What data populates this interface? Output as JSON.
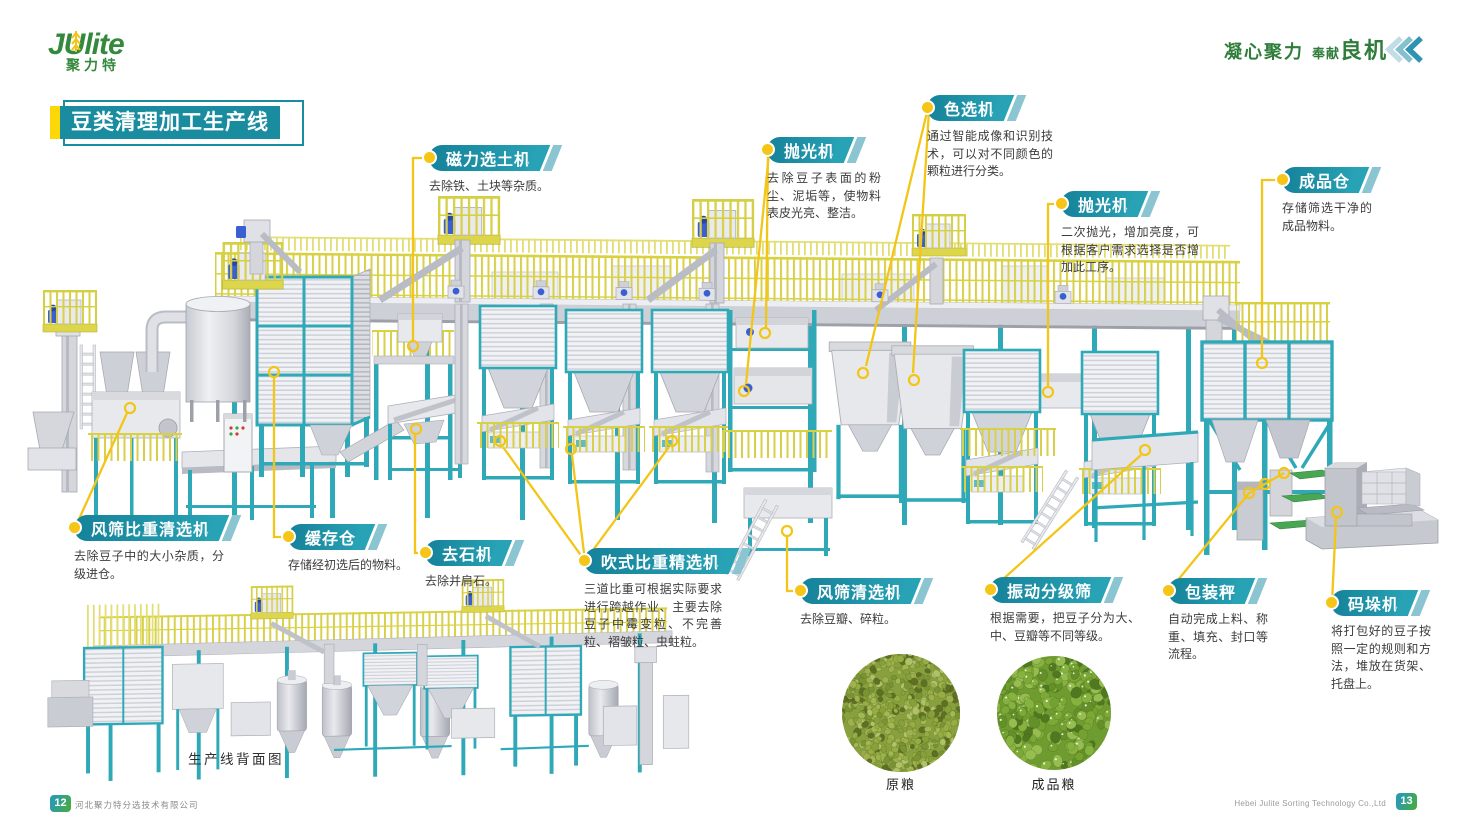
{
  "brand": {
    "logo_text": "JUlite",
    "logo_cn": "聚力特",
    "slogan_part1": "凝心聚力",
    "slogan_part2": "奉献",
    "slogan_part3": "良机"
  },
  "page_title": "豆类清理加工生产线",
  "callouts": [
    {
      "name": "磁力选土机",
      "desc": "去除铁、土块等杂质。"
    },
    {
      "name": "抛光机",
      "desc": "去除豆子表面的粉尘、泥垢等，使物料表皮光亮、整洁。"
    },
    {
      "name": "色选机",
      "desc": "通过智能成像和识别技术，可以对不同颜色的颗粒进行分类。"
    },
    {
      "name": "抛光机",
      "desc": "二次抛光，增加亮度，可根据客户需求选择是否增加此工序。"
    },
    {
      "name": "成品仓",
      "desc": "存储筛选干净的成品物料。"
    },
    {
      "name": "风筛比重清选机",
      "desc": "去除豆子中的大小杂质，分级进仓。"
    },
    {
      "name": "缓存仓",
      "desc": "存储经初选后的物料。"
    },
    {
      "name": "去石机",
      "desc": "去除并肩石。"
    },
    {
      "name": "吹式比重精选机",
      "desc": "三道比重可根据实际要求进行跨越作业、主要去除豆子中霉变粒、不完善粒、褶皱粒、虫蛀粒。"
    },
    {
      "name": "风筛清选机",
      "desc": "去除豆瓣、碎粒。"
    },
    {
      "name": "振动分级筛",
      "desc": "根据需要，把豆子分为大、中、豆瓣等不同等级。"
    },
    {
      "name": "包装秤",
      "desc": "自动完成上料、称重、填充、封口等流程。"
    },
    {
      "name": "码垛机",
      "desc": "将打包好的豆子按照一定的规则和方法，堆放在货架、托盘上。"
    }
  ],
  "rear_view_label": "生产线背面图",
  "photos": {
    "raw_label": "原粮",
    "finished_label": "成品粮"
  },
  "footer": {
    "left_page": "12",
    "left_company": "河北聚力特分选技术有限公司",
    "right_company": "Hebei Julite Sorting Technology Co.,Ltd",
    "right_page": "13"
  },
  "colors": {
    "accent_teal": "#1a8ca0",
    "accent_yellow": "#f5c518",
    "brand_green": "#35893c",
    "machinery_teal": "#2fa9b8",
    "railing_yellow": "#ddd74d"
  }
}
